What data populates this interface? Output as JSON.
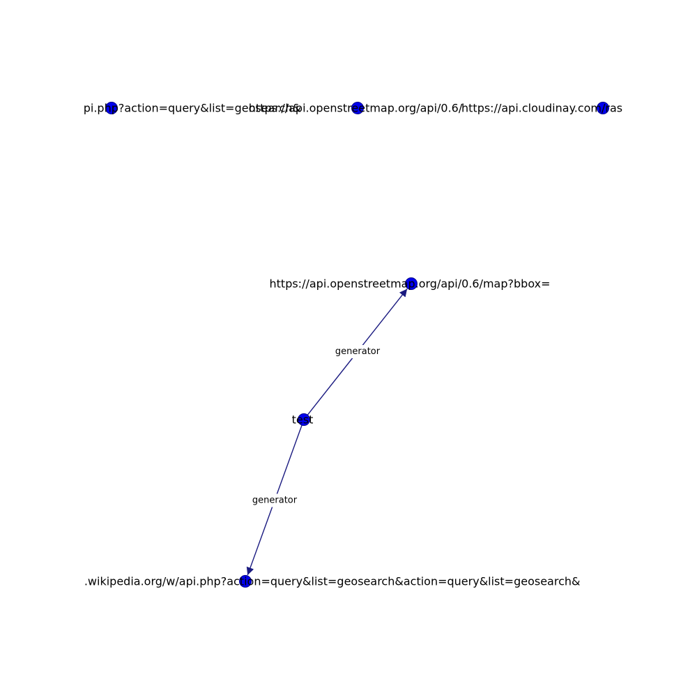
{
  "colors": {
    "node_fill": "#0000ee",
    "node_stroke": "#00008b",
    "edge": "#1a1a80",
    "background": "#ffffff",
    "edge_label_bg": "#ffffff"
  },
  "graph": {
    "directed": true,
    "nodes": [
      {
        "id": "n1",
        "label": "https://en.wikipedia.org/w/api.php?action=query&list=geosearch&"
      },
      {
        "id": "n2",
        "label": "https://api.openstreetmap.org/api/0.6/"
      },
      {
        "id": "n3",
        "label": "https://api.cloudinay.com/ras"
      },
      {
        "id": "n4",
        "label": "https://api.openstreetmap.org/api/0.6/map?bbox="
      },
      {
        "id": "n5",
        "label": "test"
      },
      {
        "id": "n6",
        "label": "https://en.wikipedia.org/w/api.php?action=query&list=geosearch&action=query&list=geosearch&"
      }
    ],
    "edges": [
      {
        "id": "e1",
        "from": "n5",
        "to": "n4",
        "label": "generator"
      },
      {
        "id": "e2",
        "from": "n5",
        "to": "n6",
        "label": "generator"
      }
    ]
  }
}
